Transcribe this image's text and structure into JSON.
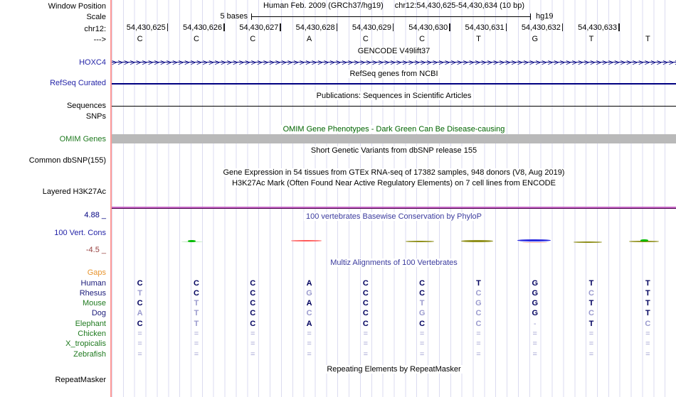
{
  "header": {
    "window_position_label": "Window Position",
    "assembly": "Human Feb. 2009 (GRCh37/hg19)",
    "range": "chr12:54,430,625-54,430,634 (10 bp)",
    "scale_label": "Scale",
    "scale_value": "5 bases",
    "genome": "hg19",
    "chrom_label": "chr12:",
    "strand_label": "--->"
  },
  "ruler_positions": [
    "54,430,625",
    "54,430,626",
    "54,430,627",
    "54,430,628",
    "54,430,629",
    "54,430,630",
    "54,430,631",
    "54,430,632",
    "54,430,633"
  ],
  "sequence_bases": [
    "C",
    "C",
    "C",
    "A",
    "C",
    "C",
    "T",
    "G",
    "T",
    "T"
  ],
  "tracks": {
    "gencode_title": "GENCODE V49lift37",
    "hoxc4_label": "HOXC4",
    "hoxc4_arrow_glyph": ">",
    "refseq_title": "RefSeq genes from NCBI",
    "refseq_curated_label": "RefSeq Curated",
    "publications_title": "Publications: Sequences in Scientific Articles",
    "sequences_label": "Sequences",
    "snps_label": "SNPs",
    "omim_title": "OMIM Gene Phenotypes - Dark Green Can Be Disease-causing",
    "omim_label": "OMIM Genes",
    "dbsnp_title": "Short Genetic Variants from dbSNP release 155",
    "dbsnp_label": "Common dbSNP(155)",
    "gtex_title": "Gene Expression in 54 tissues from GTEx RNA-seq of 17382 samples, 948 donors (V8, Aug 2019)",
    "h3k27ac_title": "H3K27Ac Mark (Often Found Near Active Regulatory Elements) on 7 cell lines from ENCODE",
    "h3k27ac_label": "Layered H3K27Ac",
    "cons_title": "100 vertebrates Basewise Conservation by PhyloP",
    "cons_label": "100 Vert. Cons",
    "cons_max": "4.88 _",
    "cons_min": "-4.5 _",
    "multiz_title": "Multiz Alignments of 100 Vertebrates",
    "repeat_title": "Repeating Elements by RepeatMasker",
    "repeat_label": "RepeatMasker"
  },
  "alignment": {
    "gaps_label": "Gaps",
    "species": [
      {
        "name": "Human",
        "label_color": "#1b1b7a",
        "cells": [
          "C",
          "C",
          "C",
          "A",
          "C",
          "C",
          "T",
          "G",
          "T",
          "T"
        ],
        "dim": [
          0,
          0,
          0,
          0,
          0,
          0,
          0,
          0,
          0,
          0
        ]
      },
      {
        "name": "Rhesus",
        "label_color": "#1b1b7a",
        "cells": [
          "T",
          "C",
          "C",
          "G",
          "C",
          "C",
          "C",
          "G",
          "C",
          "T"
        ],
        "dim": [
          1,
          0,
          0,
          1,
          0,
          0,
          1,
          0,
          1,
          0
        ]
      },
      {
        "name": "Mouse",
        "label_color": "#1f7a1f",
        "cells": [
          "C",
          "T",
          "C",
          "A",
          "C",
          "T",
          "G",
          "G",
          "T",
          "T"
        ],
        "dim": [
          0,
          1,
          0,
          0,
          0,
          1,
          1,
          0,
          0,
          0
        ]
      },
      {
        "name": "Dog",
        "label_color": "#1b1b7a",
        "cells": [
          "A",
          "T",
          "C",
          "C",
          "C",
          "G",
          "C",
          "G",
          "C",
          "T"
        ],
        "dim": [
          1,
          1,
          0,
          1,
          0,
          1,
          1,
          0,
          1,
          0
        ]
      },
      {
        "name": "Elephant",
        "label_color": "#1f7a1f",
        "cells": [
          "C",
          "T",
          "C",
          "A",
          "C",
          "C",
          "C",
          "-",
          "T",
          "C"
        ],
        "dim": [
          0,
          1,
          0,
          0,
          0,
          0,
          1,
          1,
          0,
          1
        ]
      },
      {
        "name": "Chicken",
        "label_color": "#1f7a1f",
        "cells": [
          "=",
          "=",
          "=",
          "=",
          "=",
          "=",
          "=",
          "=",
          "=",
          "="
        ],
        "dim": [
          1,
          1,
          1,
          1,
          1,
          1,
          1,
          1,
          1,
          1
        ]
      },
      {
        "name": "X_tropicalis",
        "label_color": "#1f7a1f",
        "cells": [
          "=",
          "=",
          "=",
          "=",
          "=",
          "=",
          "=",
          "=",
          "=",
          "="
        ],
        "dim": [
          1,
          1,
          1,
          1,
          1,
          1,
          1,
          1,
          1,
          1
        ]
      },
      {
        "name": "Zebrafish",
        "label_color": "#1f7a1f",
        "cells": [
          "=",
          "=",
          "=",
          "=",
          "=",
          "=",
          "=",
          "=",
          "=",
          "="
        ],
        "dim": [
          1,
          1,
          1,
          1,
          1,
          1,
          1,
          1,
          1,
          1
        ]
      }
    ]
  },
  "conservation_marks": [
    {
      "l": 98,
      "t": 340,
      "w": 30,
      "h": 1,
      "c": "#b4e6b4"
    },
    {
      "l": 107,
      "t": 338,
      "w": 11,
      "h": 3,
      "c": "#00bb00"
    },
    {
      "l": 252,
      "t": 338,
      "w": 43,
      "h": 2,
      "c": "#ff5a5a"
    },
    {
      "l": 413,
      "t": 339,
      "w": 40,
      "h": 2,
      "c": "#90901c"
    },
    {
      "l": 491,
      "t": 338,
      "w": 45,
      "h": 3,
      "c": "#90901c"
    },
    {
      "l": 570,
      "t": 337,
      "w": 47,
      "h": 3,
      "c": "#2b2bdf"
    },
    {
      "l": 577,
      "t": 341,
      "w": 35,
      "h": 1,
      "c": "#ffb0b0"
    },
    {
      "l": 649,
      "t": 340,
      "w": 40,
      "h": 2,
      "c": "#90901c"
    },
    {
      "l": 727,
      "t": 339,
      "w": 42,
      "h": 2,
      "c": "#90901c"
    },
    {
      "l": 743,
      "t": 337,
      "w": 11,
      "h": 3,
      "c": "#00bb00"
    }
  ],
  "colors": {
    "grid": "#dbdbf0",
    "guide_pink": "#ff9a97",
    "navy": "#000080",
    "label_blue": "#2525a8",
    "label_green": "#1f7a1f",
    "label_orange": "#e8952f",
    "label_maroon": "#97403f",
    "title_blue": "#3b3b9e",
    "title_green": "#006400",
    "omim_bar": "#b9b9b9",
    "letter_dark": "#00005f",
    "letter_dim": "#9a9ace",
    "h3k27ac_purple": "#c467c4"
  }
}
